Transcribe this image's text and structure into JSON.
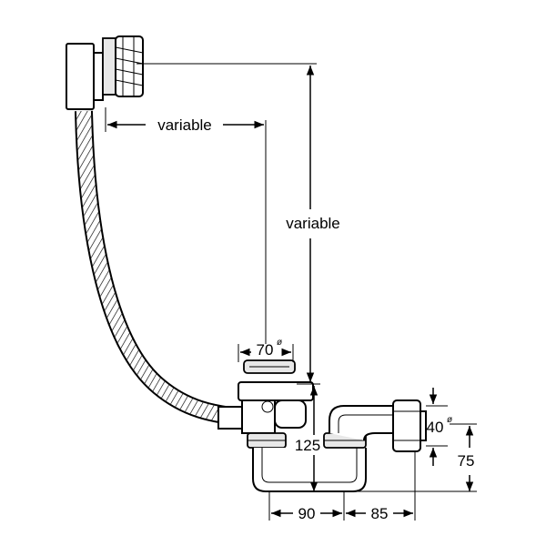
{
  "labels": {
    "horizontal_variable": "variable",
    "vertical_variable": "variable",
    "dia_70": "70",
    "dia_40": "40",
    "diameter_symbol": "ø",
    "height_125": "125",
    "height_75": "75",
    "width_90": "90",
    "width_85": "85"
  }
}
